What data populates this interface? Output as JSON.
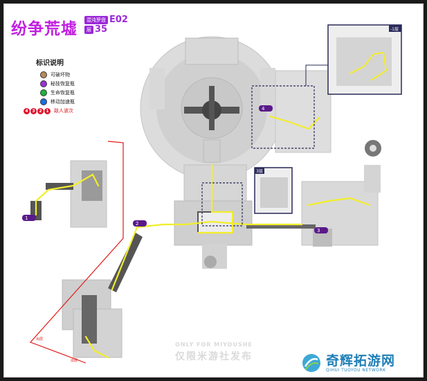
{
  "title": "纷争荒墟",
  "level": {
    "mode_label": "混沌罗盘",
    "code_top": "E02",
    "code_bottom_prefix": "层",
    "code_bottom": "35"
  },
  "legend": {
    "title": "标识说明",
    "items": [
      {
        "label": "可破坏物",
        "color": "#b88a5a"
      },
      {
        "label": "秘技恢复瓶",
        "color": "#9a30d8"
      },
      {
        "label": "生命恢复瓶",
        "color": "#1db53a"
      },
      {
        "label": "移动加速瓶",
        "color": "#1a6fe0"
      }
    ],
    "waves_badges": [
      "4",
      "3",
      "2",
      "1"
    ],
    "waves_label": "敌人波次"
  },
  "markers": {
    "one": "1",
    "two": "2",
    "three": "3",
    "four": "4"
  },
  "insets": {
    "top_right": "-1层",
    "middle": "3层"
  },
  "map_labels": {
    "fall_a": "出层",
    "fall_b": "出层"
  },
  "watermark": {
    "line1": "ONLY FOR MIYOUSHE",
    "line2": "仅限米游社发布"
  },
  "logo": {
    "cn": "奇辉拓游网",
    "en": "QIHUI TUOYOU NETWORK"
  },
  "colors": {
    "accent": "#c020e0",
    "path": "#f2ee2a",
    "inset_border": "#2a2a5a",
    "red_route": "#e01818"
  }
}
